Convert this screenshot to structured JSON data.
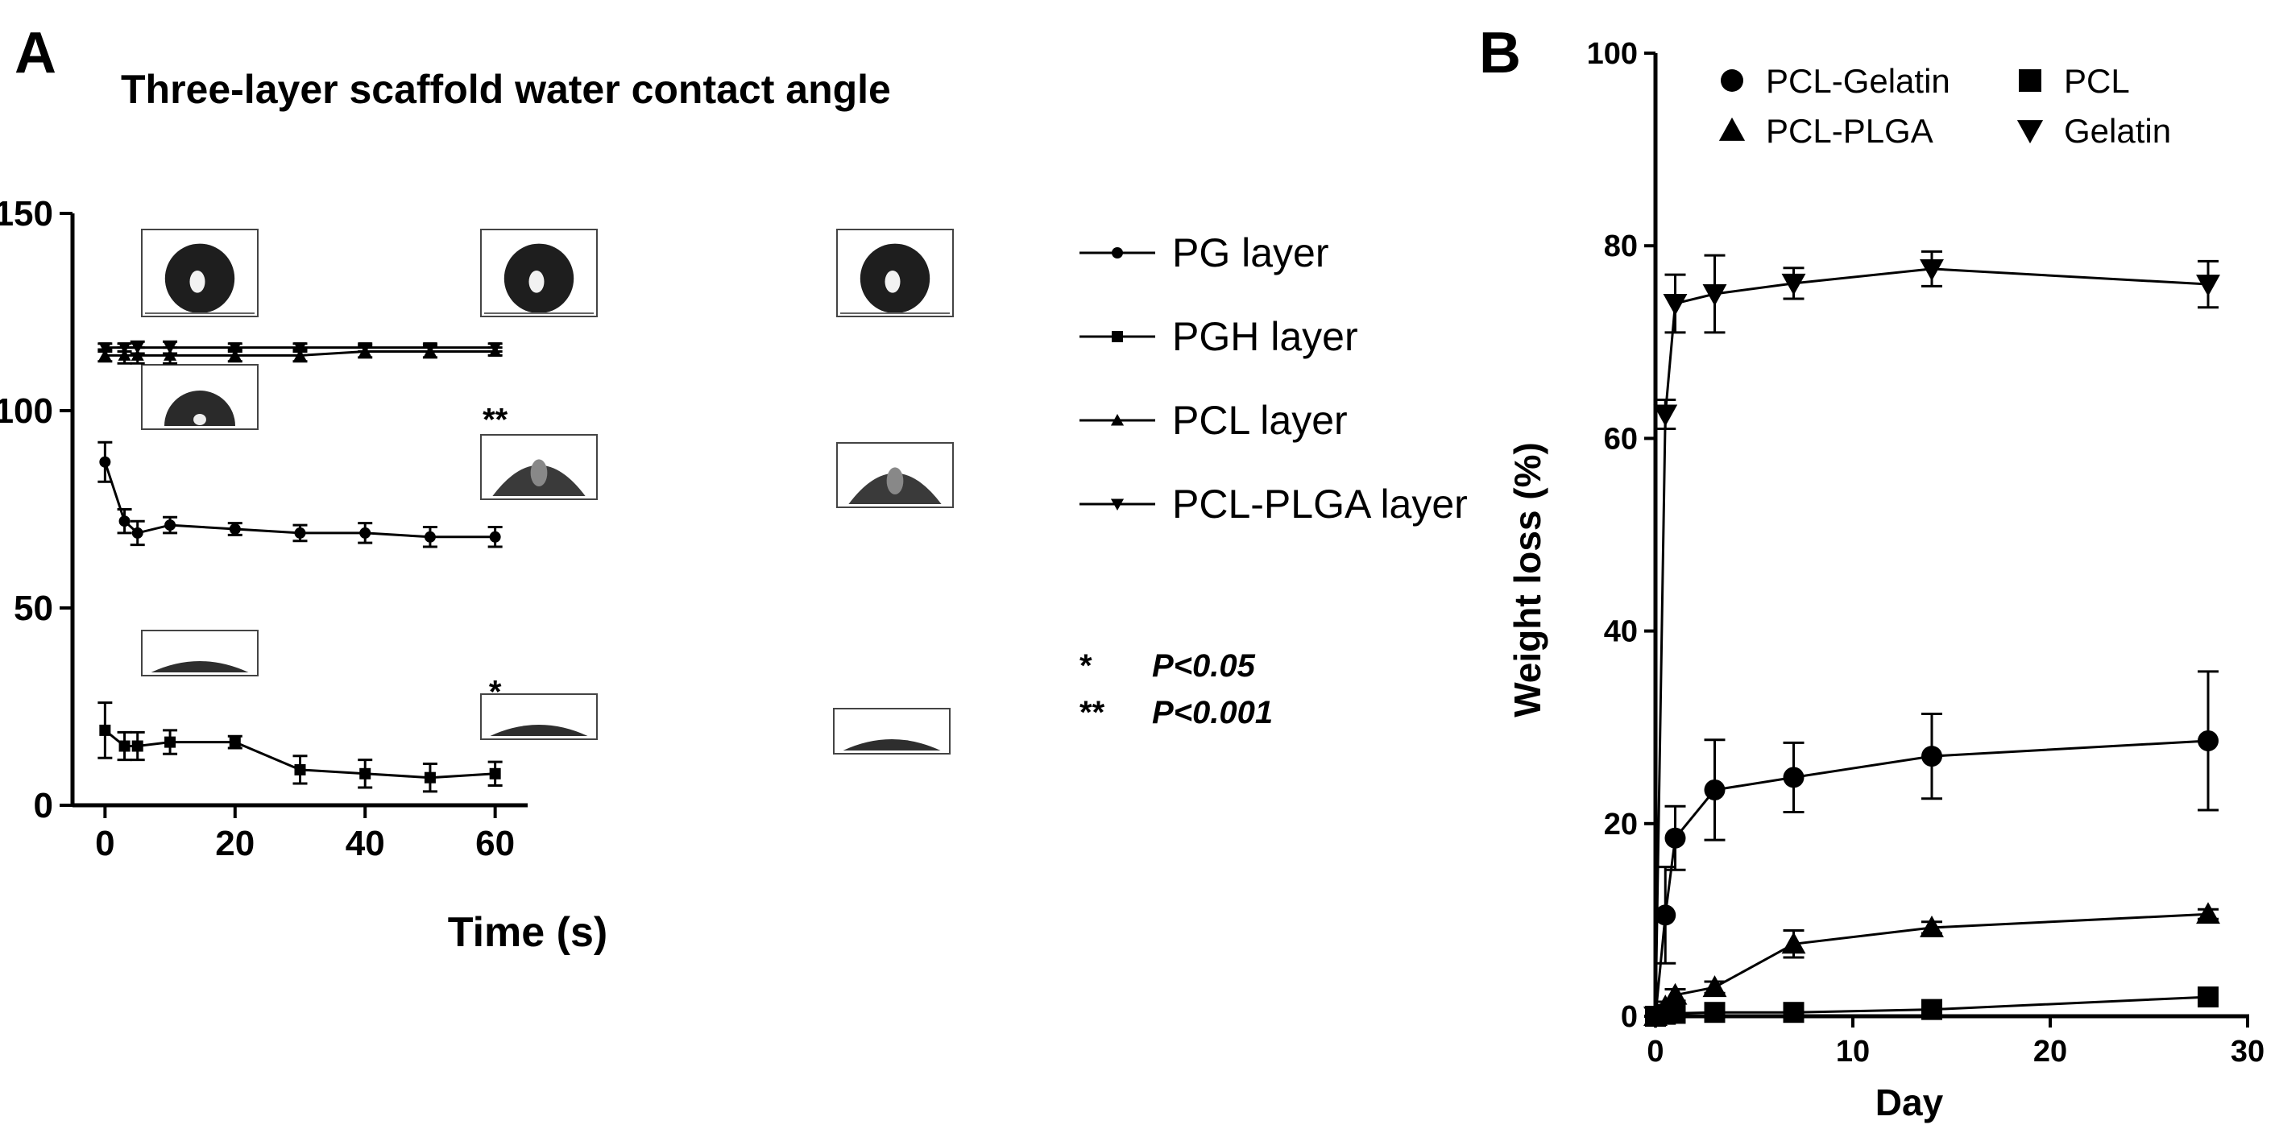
{
  "panels": {
    "a_letter": "A",
    "b_letter": "B"
  },
  "chart_data": [
    {
      "type": "line",
      "title": "Three-layer scaffold water contact angle",
      "xlabel": "Time (s)",
      "ylabel": "",
      "xlim": [
        -5,
        65
      ],
      "ylim": [
        0,
        150
      ],
      "x_ticks": [
        0,
        20,
        40,
        60
      ],
      "y_ticks": [
        0,
        50,
        100,
        150
      ],
      "legend_position": "right",
      "series": [
        {
          "name": "PG layer",
          "marker": "circle",
          "x": [
            0,
            3,
            5,
            10,
            20,
            30,
            40,
            50,
            60
          ],
          "y": [
            87,
            72,
            69,
            71,
            70,
            69,
            69,
            68,
            68
          ],
          "err": [
            5,
            3,
            3,
            2,
            1.5,
            2,
            2.5,
            2.5,
            2.5
          ]
        },
        {
          "name": "PGH layer",
          "marker": "square",
          "x": [
            0,
            3,
            5,
            10,
            20,
            30,
            40,
            50,
            60
          ],
          "y": [
            19,
            15,
            15,
            16,
            16,
            9,
            8,
            7,
            8
          ],
          "err": [
            7,
            3.5,
            3.5,
            3,
            1.5,
            3.5,
            3.5,
            3.5,
            3
          ]
        },
        {
          "name": "PCL layer",
          "marker": "triangle-up",
          "x": [
            0,
            3,
            5,
            10,
            20,
            30,
            40,
            50,
            60
          ],
          "y": [
            114,
            114,
            114,
            114,
            114,
            114,
            115,
            115,
            115
          ],
          "err": [
            1.5,
            2,
            2,
            2,
            1.5,
            1.5,
            1.5,
            1.5,
            1
          ]
        },
        {
          "name": "PCL-PLGA layer",
          "marker": "triangle-down",
          "x": [
            0,
            3,
            5,
            10,
            20,
            30,
            40,
            50,
            60
          ],
          "y": [
            116,
            116,
            116,
            116,
            116,
            116,
            116,
            116,
            116
          ],
          "err": [
            1,
            1,
            1.5,
            1.5,
            1,
            1,
            1,
            1,
            1
          ]
        }
      ],
      "annotations": [
        {
          "text": "**",
          "x": 60,
          "y": 95
        },
        {
          "text": "*",
          "x": 60,
          "y": 26
        }
      ],
      "significance_legend": [
        {
          "stars": "*",
          "p": "P<0.05"
        },
        {
          "stars": "**",
          "p": "P<0.001"
        }
      ]
    },
    {
      "type": "line",
      "title": "",
      "xlabel": "Day",
      "ylabel": "Weight loss (%)",
      "xlim": [
        0,
        30
      ],
      "ylim": [
        0,
        100
      ],
      "x_ticks": [
        0,
        10,
        20,
        30
      ],
      "y_ticks": [
        0,
        20,
        40,
        60,
        80,
        100
      ],
      "legend_position": "top-left",
      "series": [
        {
          "name": "PCL-Gelatin",
          "marker": "circle",
          "x": [
            0,
            0.5,
            1,
            3,
            7,
            14,
            28
          ],
          "y": [
            0,
            10.5,
            18.5,
            23.5,
            24.8,
            27.0,
            28.6
          ],
          "err": [
            0,
            5,
            3.3,
            5.2,
            3.6,
            4.4,
            7.2
          ]
        },
        {
          "name": "PCL",
          "marker": "square",
          "x": [
            0,
            0.5,
            1,
            3,
            7,
            14,
            28
          ],
          "y": [
            0,
            0.2,
            0.3,
            0.4,
            0.4,
            0.7,
            2.0
          ],
          "err": [
            0,
            0.2,
            0.2,
            0.2,
            0.2,
            0.3,
            0.4
          ]
        },
        {
          "name": "PCL-PLGA",
          "marker": "triangle-up",
          "x": [
            0,
            0.5,
            1,
            3,
            7,
            14,
            28
          ],
          "y": [
            0,
            1.0,
            2.2,
            3.0,
            7.5,
            9.2,
            10.6
          ],
          "err": [
            0,
            0.5,
            0.6,
            0.6,
            1.4,
            0.6,
            0.5
          ]
        },
        {
          "name": "Gelatin",
          "marker": "triangle-down",
          "x": [
            0,
            0.5,
            1,
            3,
            7,
            14,
            28
          ],
          "y": [
            0,
            62.5,
            74.0,
            75.0,
            76.1,
            77.6,
            76.0
          ],
          "err": [
            0,
            1.5,
            3.0,
            4.0,
            1.6,
            1.8,
            2.4
          ]
        }
      ]
    }
  ]
}
